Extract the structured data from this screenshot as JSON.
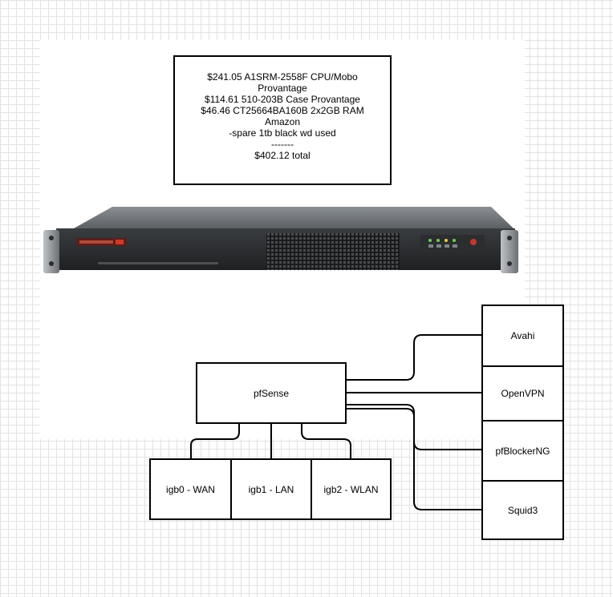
{
  "cost_box": {
    "lines": [
      "$241.05 A1SRM-2558F CPU/Mobo",
      "Provantage",
      "$114.61 510-203B Case Provantage",
      "$46.46 CT25664BA160B 2x2GB RAM",
      "Amazon",
      "-spare 1tb black wd used",
      "-------",
      "$402.12 total"
    ]
  },
  "server_image": {
    "icon": "rackmount-server-1u"
  },
  "router": {
    "label": "pfSense"
  },
  "interfaces": [
    {
      "label": "igb0 - WAN"
    },
    {
      "label": "igb1 - LAN"
    },
    {
      "label": "igb2 - WLAN"
    }
  ],
  "services": [
    {
      "label": "Avahi"
    },
    {
      "label": "OpenVPN"
    },
    {
      "label": "pfBlockerNG"
    },
    {
      "label": "Squid3"
    }
  ],
  "colors": {
    "line": "#000000",
    "grid": "#e3e3e3",
    "background": "#ffffff"
  }
}
